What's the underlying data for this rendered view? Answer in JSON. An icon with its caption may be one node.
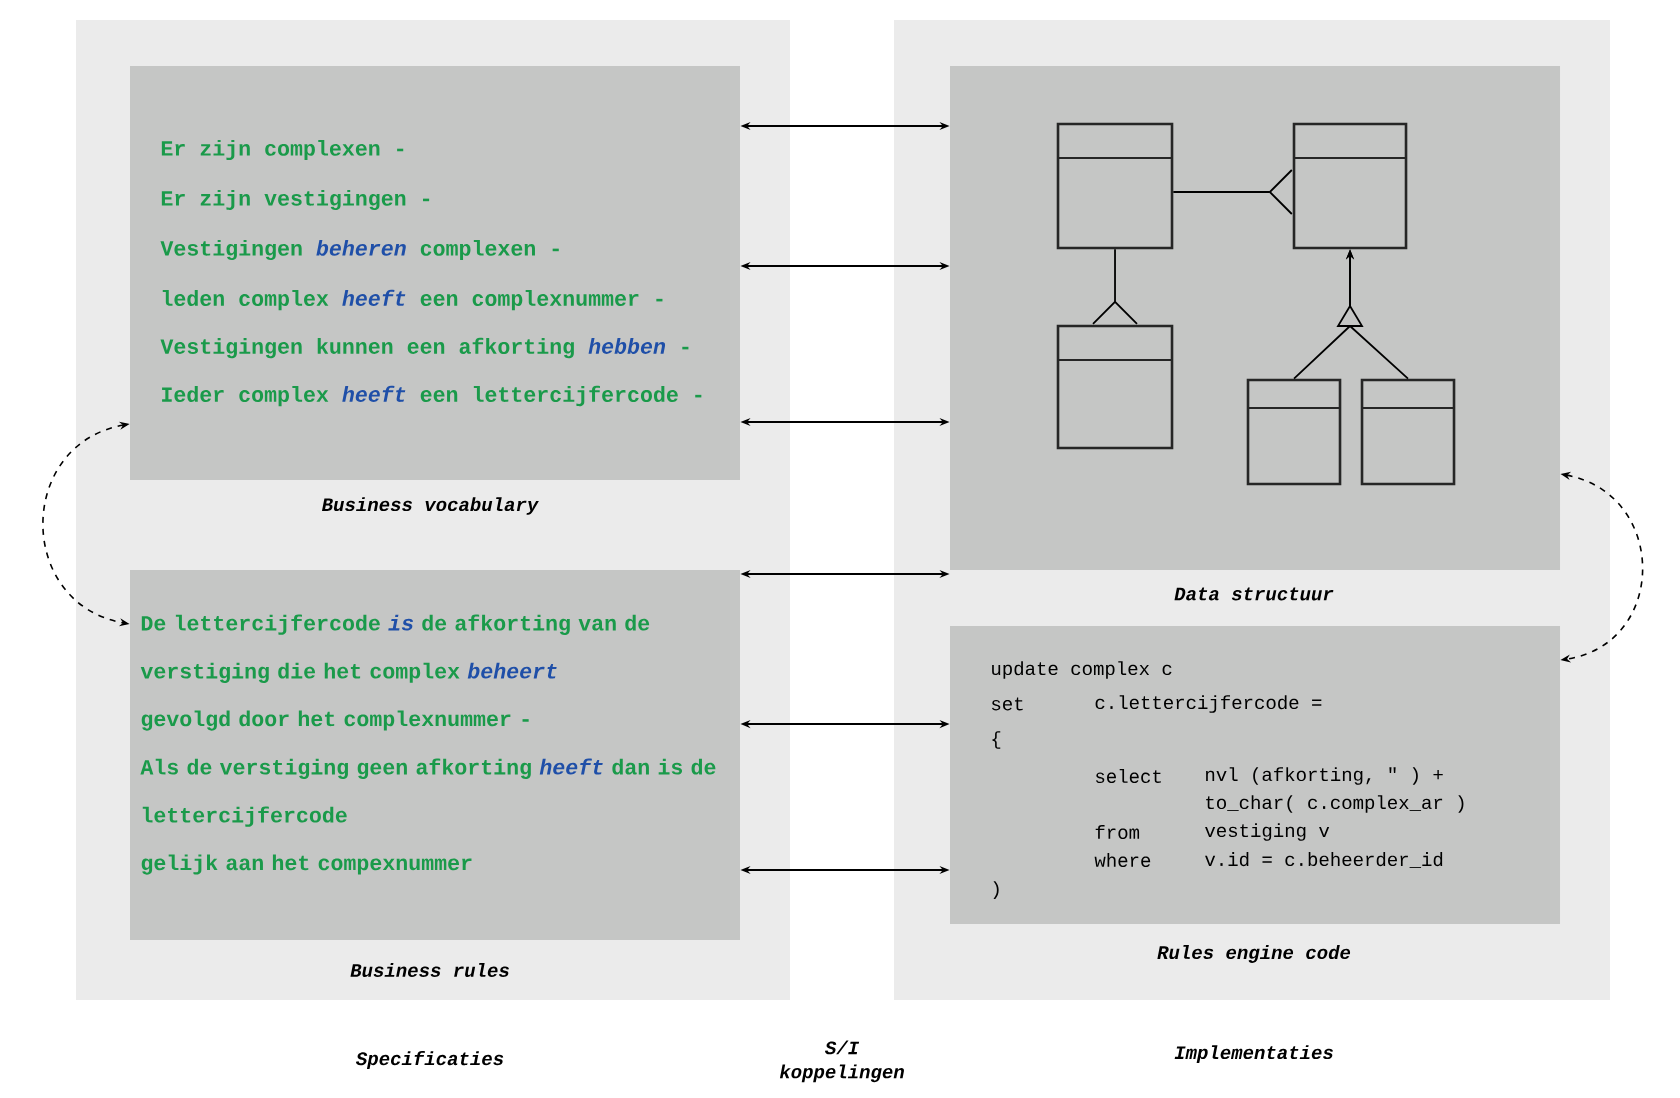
{
  "diagram": {
    "nodes": [
      {
        "text": [
          "Specificaties"
        ]
      },
      {
        "text": [
          "Er zijn  complexen -",
          "Er zijn vestigingen -",
          "Vestigingen *beheren* complexen -",
          "leden complex *heeft* een complexnummer -",
          "Vestigingen kunnen een afkorting *hebben* -",
          "Ieder complex *heeft* een lettercijfercode -",
          "Business vocabulary"
        ],
        "in": 0
      },
      {
        "text": [
          "De lettercijfercode *is* de afkorting van de verstiging die het complex *beheert*",
          "gevolgd door het complexnummer -",
          "Als de verstiging geen afkorting *heeft* dan is de lettercijfercode",
          "gelijk aan het compexnummer",
          "Business rules"
        ],
        "in": 0
      },
      {
        "text": [
          "Implementaties"
        ]
      },
      {
        "text": [
          "Data structuur"
        ],
        "in": 3
      },
      {
        "text": [],
        "shape": "box",
        "in": 4
      },
      {
        "text": [],
        "shape": "box",
        "in": 4
      },
      {
        "text": [],
        "shape": "box",
        "in": 4
      },
      {
        "text": [],
        "shape": "box",
        "in": 4
      },
      {
        "text": [],
        "shape": "box",
        "in": 4
      },
      {
        "text": [
          "update complex c",
          "set",
          "c.lettercijfercode =",
          "{",
          "select",
          "nvl (afkorting, \" ) +",
          "to_char( c.complex_ar )",
          "from",
          "vestiging v",
          "where",
          "v.id = c.beheerder_id",
          ")",
          "Rules engine code"
        ],
        "in": 3
      }
    ],
    "edges": [
      {
        "from": 1,
        "to": 4,
        "arrow": "both"
      },
      {
        "from": 1,
        "to": 4,
        "arrow": "both"
      },
      {
        "from": 1,
        "to": 4,
        "arrow": "both"
      },
      {
        "from": 2,
        "to": 4,
        "arrow": "both"
      },
      {
        "from": 2,
        "to": 10,
        "arrow": "both"
      },
      {
        "from": 2,
        "to": 10,
        "arrow": "both"
      },
      {
        "from": 1,
        "to": 2,
        "arrow": "both",
        "style": "dashed"
      },
      {
        "from": 4,
        "to": 10,
        "arrow": "both",
        "style": "dashed"
      },
      {
        "from": 5,
        "to": 6,
        "arrow": "other"
      },
      {
        "from": 5,
        "to": 7,
        "arrow": "other"
      },
      {
        "from": 8,
        "to": 6,
        "arrow": "to"
      },
      {
        "from": 9,
        "to": 6,
        "arrow": "to"
      }
    ],
    "labels": [
      "S/I koppelingen"
    ]
  }
}
